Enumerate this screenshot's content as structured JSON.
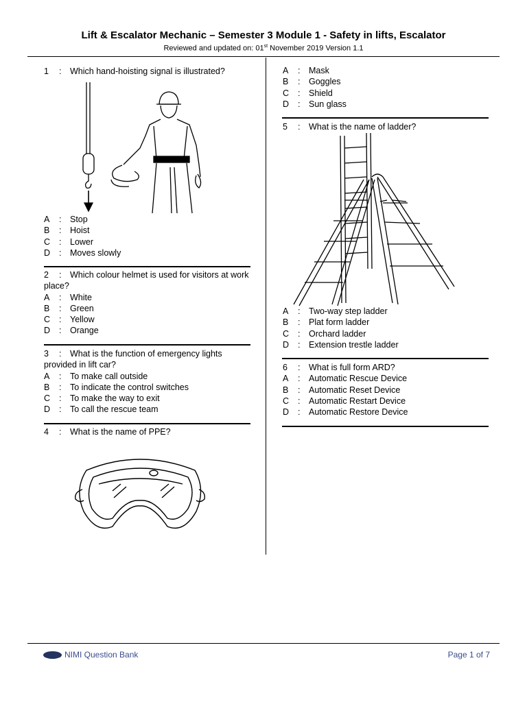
{
  "header": {
    "title": "Lift & Escalator Mechanic – Semester 3 Module 1 - Safety in lifts, Escalator",
    "subtitle_pre": "Reviewed and updated on: 01",
    "subtitle_sup": "st",
    "subtitle_post": " November 2019 Version 1.1"
  },
  "questions": [
    {
      "num": "1",
      "text": "Which hand-hoisting signal is illustrated?",
      "options": [
        {
          "letter": "A",
          "text": "Stop"
        },
        {
          "letter": "B",
          "text": "Hoist"
        },
        {
          "letter": "C",
          "text": "Lower"
        },
        {
          "letter": "D",
          "text": "Moves slowly"
        }
      ]
    },
    {
      "num": "2",
      "text": "Which colour helmet is used for visitors at work place?",
      "options": [
        {
          "letter": "A",
          "text": "White"
        },
        {
          "letter": "B",
          "text": "Green"
        },
        {
          "letter": "C",
          "text": "Yellow"
        },
        {
          "letter": "D",
          "text": "Orange"
        }
      ]
    },
    {
      "num": "3",
      "text": "What is the function of emergency lights provided in lift car?",
      "options": [
        {
          "letter": "A",
          "text": "To make call outside"
        },
        {
          "letter": "B",
          "text": "To indicate the control switches"
        },
        {
          "letter": "C",
          "text": "To make the way to exit"
        },
        {
          "letter": "D",
          "text": "To call the rescue team"
        }
      ]
    },
    {
      "num": "4",
      "text": "What is the name of PPE?",
      "options": [
        {
          "letter": "A",
          "text": "Mask"
        },
        {
          "letter": "B",
          "text": "Goggles"
        },
        {
          "letter": "C",
          "text": "Shield"
        },
        {
          "letter": "D",
          "text": "Sun glass"
        }
      ]
    },
    {
      "num": "5",
      "text": "What is the name of ladder?",
      "options": [
        {
          "letter": "A",
          "text": "Two-way step ladder"
        },
        {
          "letter": "B",
          "text": "Plat form ladder"
        },
        {
          "letter": "C",
          "text": "Orchard ladder"
        },
        {
          "letter": "D",
          "text": "Extension trestle ladder"
        }
      ]
    },
    {
      "num": "6",
      "text": "What is full form ARD?",
      "options": [
        {
          "letter": "A",
          "text": "Automatic Rescue Device"
        },
        {
          "letter": "B",
          "text": "Automatic Reset Device"
        },
        {
          "letter": "C",
          "text": "Automatic Restart Device"
        },
        {
          "letter": "D",
          "text": "Automatic Restore Device"
        }
      ]
    }
  ],
  "separator": ":",
  "footer": {
    "text": "NIMI Question Bank",
    "page": "Page 1 of 7"
  }
}
